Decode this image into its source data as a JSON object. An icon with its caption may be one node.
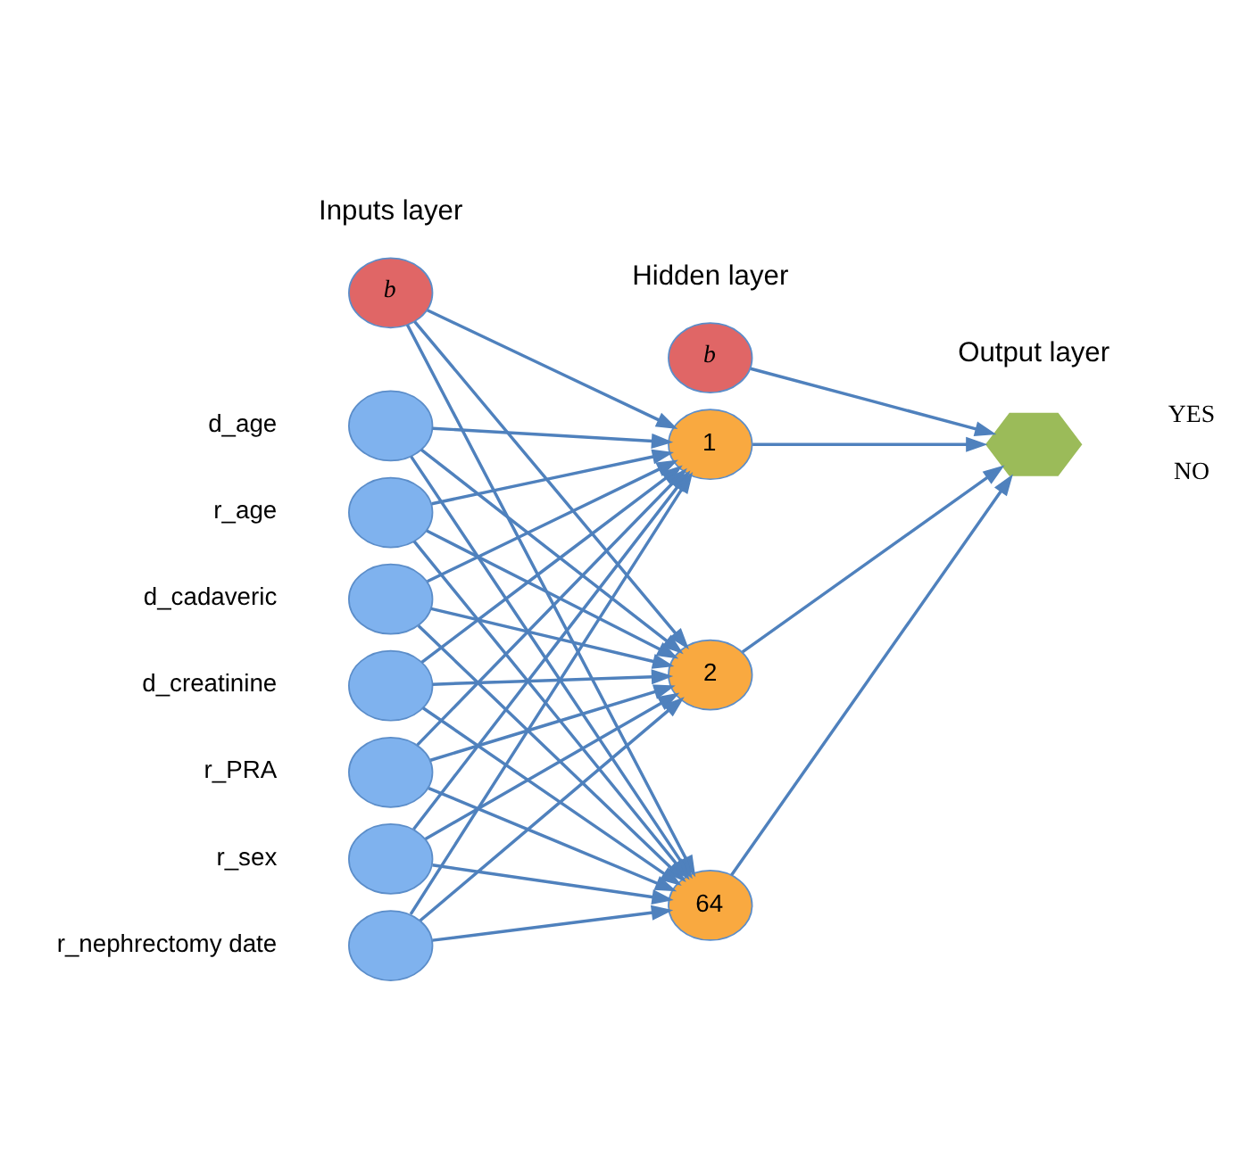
{
  "diagram": {
    "nodes": [
      {
        "text": [
          "b"
        ]
      },
      {
        "text": [],
        "shape": "circle",
        "beside": [
          "d_age"
        ]
      },
      {
        "text": [],
        "shape": "circle",
        "beside": [
          "r_age"
        ]
      },
      {
        "text": [],
        "shape": "circle",
        "beside": [
          "d_cadaveric"
        ]
      },
      {
        "text": [],
        "shape": "circle",
        "beside": [
          "d_creatinine"
        ]
      },
      {
        "text": [],
        "shape": "circle",
        "beside": [
          "r_PRA"
        ]
      },
      {
        "text": [],
        "shape": "circle",
        "beside": [
          "r_sex"
        ]
      },
      {
        "text": [],
        "shape": "circle",
        "beside": [
          "r_nephrectomy date"
        ]
      },
      {
        "text": [
          "b"
        ]
      },
      {
        "text": [
          "1"
        ]
      },
      {
        "text": [
          "2"
        ]
      },
      {
        "text": [
          "64"
        ]
      },
      {
        "text": [],
        "shape": "hexagon",
        "beside": [
          "YES",
          "NO"
        ]
      }
    ],
    "edges": [
      {
        "from": 0,
        "to": 9,
        "arrow": "to"
      },
      {
        "from": 0,
        "to": 10,
        "arrow": "to"
      },
      {
        "from": 0,
        "to": 11,
        "arrow": "to"
      },
      {
        "from": 1,
        "to": 9,
        "arrow": "to"
      },
      {
        "from": 1,
        "to": 10,
        "arrow": "to"
      },
      {
        "from": 1,
        "to": 11,
        "arrow": "to"
      },
      {
        "from": 2,
        "to": 9,
        "arrow": "to"
      },
      {
        "from": 2,
        "to": 10,
        "arrow": "to"
      },
      {
        "from": 2,
        "to": 11,
        "arrow": "to"
      },
      {
        "from": 3,
        "to": 9,
        "arrow": "to"
      },
      {
        "from": 3,
        "to": 10,
        "arrow": "to"
      },
      {
        "from": 3,
        "to": 11,
        "arrow": "to"
      },
      {
        "from": 4,
        "to": 9,
        "arrow": "to"
      },
      {
        "from": 4,
        "to": 10,
        "arrow": "to"
      },
      {
        "from": 4,
        "to": 11,
        "arrow": "to"
      },
      {
        "from": 5,
        "to": 9,
        "arrow": "to"
      },
      {
        "from": 5,
        "to": 10,
        "arrow": "to"
      },
      {
        "from": 5,
        "to": 11,
        "arrow": "to"
      },
      {
        "from": 6,
        "to": 9,
        "arrow": "to"
      },
      {
        "from": 6,
        "to": 10,
        "arrow": "to"
      },
      {
        "from": 6,
        "to": 11,
        "arrow": "to"
      },
      {
        "from": 7,
        "to": 9,
        "arrow": "to"
      },
      {
        "from": 7,
        "to": 10,
        "arrow": "to"
      },
      {
        "from": 7,
        "to": 11,
        "arrow": "to"
      },
      {
        "from": 8,
        "to": 12,
        "arrow": "to"
      },
      {
        "from": 9,
        "to": 12,
        "arrow": "to"
      },
      {
        "from": 10,
        "to": 12,
        "arrow": "to"
      },
      {
        "from": 11,
        "to": 12,
        "arrow": "to"
      }
    ],
    "labels": [
      "Inputs layer",
      "Hidden layer",
      "Output layer"
    ]
  }
}
